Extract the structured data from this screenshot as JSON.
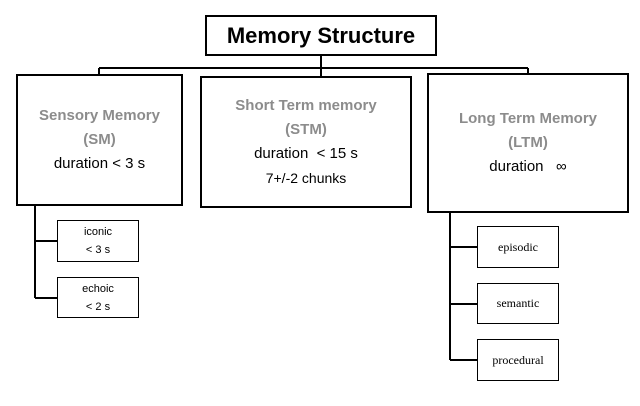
{
  "title": "Memory Structure",
  "sensory": {
    "name": "Sensory Memory",
    "abbr": "(SM)",
    "duration": "duration < 3 s"
  },
  "short_term": {
    "name": "Short Term memory",
    "abbr": "(STM)",
    "duration": "duration  < 15 s",
    "capacity": "7+/-2 chunks"
  },
  "long_term": {
    "name": "Long Term Memory",
    "abbr": "(LTM)",
    "duration": "duration   ∞"
  },
  "sensory_children": [
    {
      "line1": "iconic",
      "line2": "< 3 s"
    },
    {
      "line1": "echoic",
      "line2": "< 2 s"
    }
  ],
  "ltm_children": [
    "episodic",
    "semantic",
    "procedural"
  ]
}
